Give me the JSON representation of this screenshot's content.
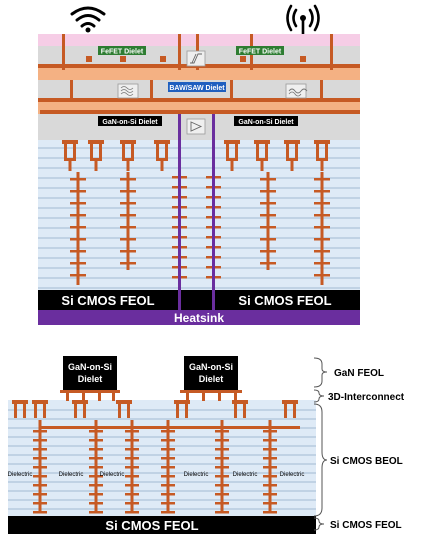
{
  "top": {
    "fefet_left": "FeFET Dielet",
    "fefet_right": "FeFET Dielet",
    "baw": "BAW/SAW Dielet",
    "gan_left": "GaN-on-Si Dielet",
    "gan_right": "GaN-on-Si Dielet",
    "cmos_left": "Si CMOS FEOL",
    "cmos_right": "Si CMOS FEOL",
    "heatsink": "Heatsink"
  },
  "bottom": {
    "dielet_left_line1": "GaN-on-Si",
    "dielet_left_line2": "Dielet",
    "dielet_right_line1": "GaN-on-Si",
    "dielet_right_line2": "Dielet",
    "dielectric": "Dielectric",
    "feol": "Si CMOS FEOL"
  },
  "legend": {
    "gan_feol": "GaN FEOL",
    "interconnect": "3D-Interconnect",
    "beol": "Si CMOS BEOL",
    "feol": "Si CMOS FEOL"
  },
  "colors": {
    "copper": "#c65a24",
    "purple": "#6a2e9e",
    "pink": "#f6cde6",
    "salmon": "#f4b183",
    "gray": "#d9d9d9",
    "lightblue": "#deeaf6",
    "green": "#2e7d32",
    "blue_label": "#1f5fbf",
    "black": "#000000"
  }
}
